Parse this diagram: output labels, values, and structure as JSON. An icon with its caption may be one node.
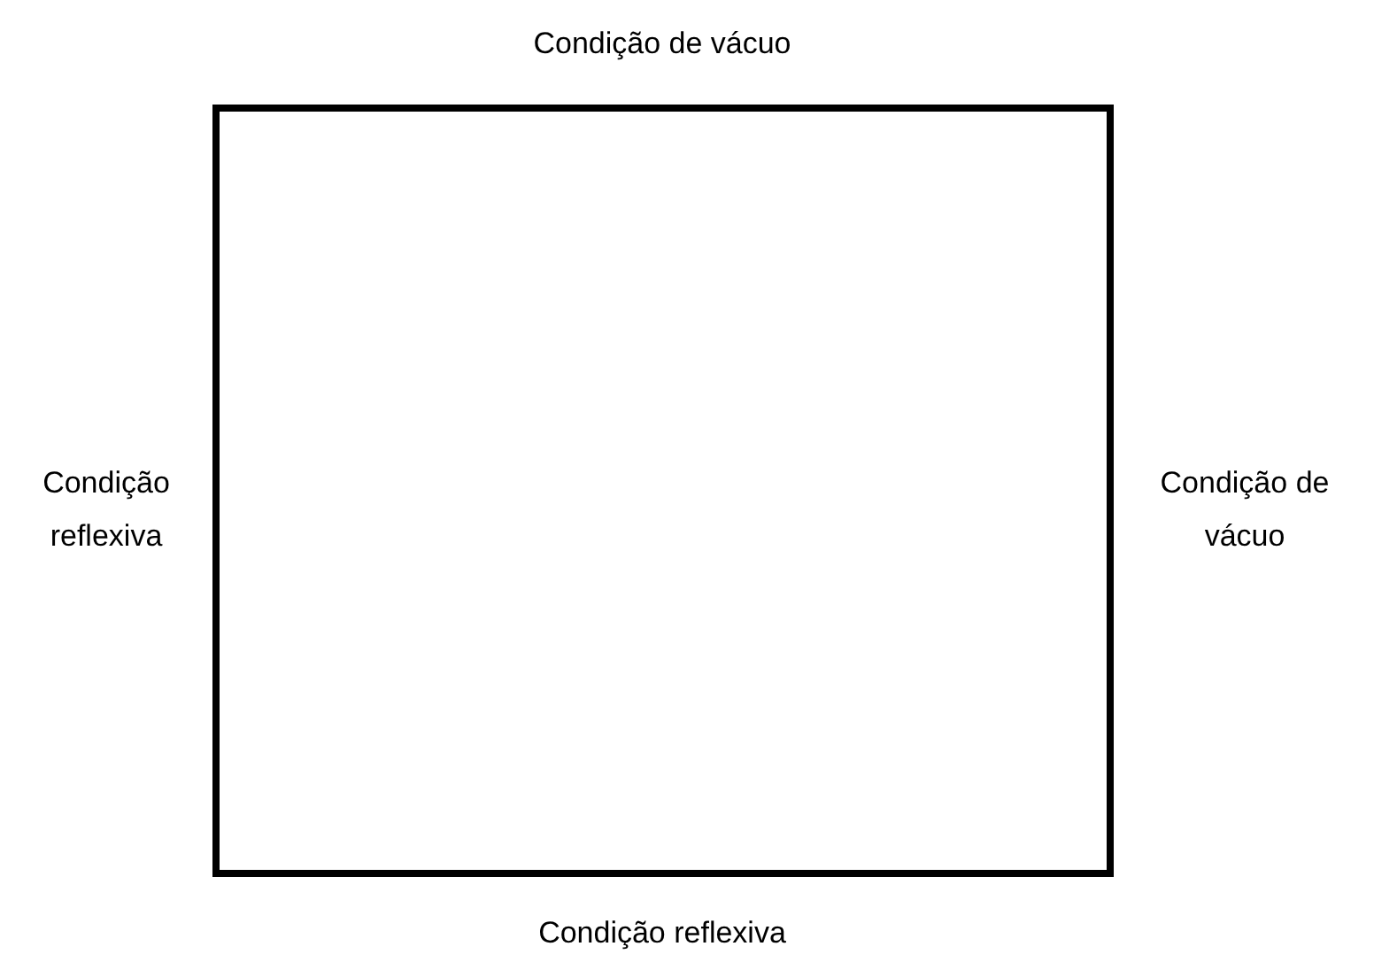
{
  "diagram": {
    "labels": [
      "Condição de vácuo",
      "Condição reflexiva",
      "Condição de vácuo",
      "Condição reflexiva"
    ]
  }
}
